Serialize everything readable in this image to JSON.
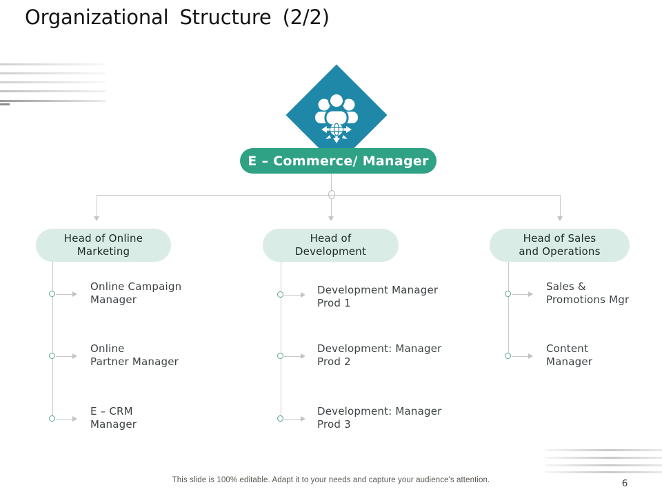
{
  "slide": {
    "title": "Organizational Structure (2/2)",
    "footer_note": "This slide is 100% editable. Adapt it to your needs and capture your audience's attention.",
    "page_number": "6"
  },
  "org_chart": {
    "root": {
      "label": "E – Commerce/ Manager",
      "icon": "team-network-icon"
    },
    "branches": [
      {
        "head": {
          "line1": "Head of Online",
          "line2": "Marketing"
        },
        "items": [
          {
            "line1": "Online Campaign",
            "line2": "Manager"
          },
          {
            "line1": "Online",
            "line2": "Partner Manager"
          },
          {
            "line1": "E – CRM",
            "line2": "Manager"
          }
        ]
      },
      {
        "head": {
          "line1": "Head of",
          "line2": "Development"
        },
        "items": [
          {
            "line1": "Development Manager",
            "line2": "Prod 1"
          },
          {
            "line1": "Development: Manager",
            "line2": "Prod 2"
          },
          {
            "line1": "Development: Manager",
            "line2": "Prod 3"
          }
        ]
      },
      {
        "head": {
          "line1": "Head of Sales",
          "line2": "and Operations"
        },
        "items": [
          {
            "line1": "Sales &",
            "line2": "Promotions Mgr"
          },
          {
            "line1": "Content",
            "line2": "Manager"
          }
        ]
      }
    ]
  },
  "colors": {
    "diamond_teal": "#1F88A8",
    "root_pill_green": "#2FA184",
    "head_box_mint": "#D9ECE5",
    "connector_gray": "#C9C9C9",
    "node_ring_green": "#58A78C",
    "title_text": "#141414",
    "body_text": "#3C4244",
    "footer_text": "#5D5751"
  }
}
